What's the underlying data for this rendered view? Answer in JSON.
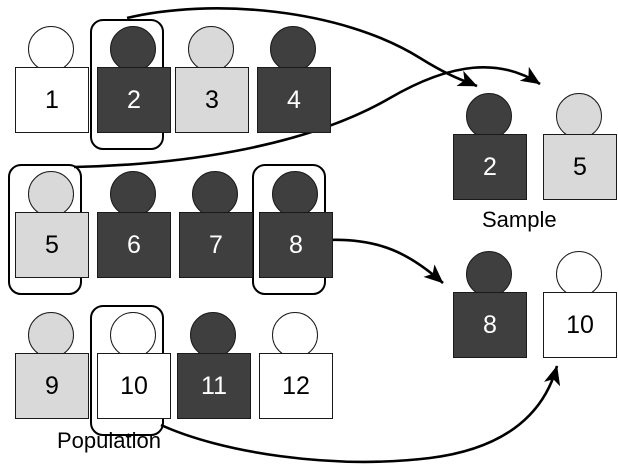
{
  "diagram": {
    "title_population": "Population",
    "title_sample": "Sample",
    "colors": {
      "dark": "#3f3f3f",
      "light": "#d9d9d9",
      "white": "#ffffff",
      "outline": "#1a1a1a",
      "highlight": "#000000",
      "arrow": "#000000"
    }
  },
  "population": {
    "label": "Population",
    "rows": [
      {
        "items": [
          {
            "value": "1",
            "shade": "white",
            "selected": false
          },
          {
            "value": "2",
            "shade": "dark",
            "selected": true
          },
          {
            "value": "3",
            "shade": "light",
            "selected": false
          },
          {
            "value": "4",
            "shade": "dark",
            "selected": false
          }
        ]
      },
      {
        "items": [
          {
            "value": "5",
            "shade": "light",
            "selected": true
          },
          {
            "value": "6",
            "shade": "dark",
            "selected": false
          },
          {
            "value": "7",
            "shade": "dark",
            "selected": false
          },
          {
            "value": "8",
            "shade": "dark",
            "selected": true
          }
        ]
      },
      {
        "items": [
          {
            "value": "9",
            "shade": "light",
            "selected": false
          },
          {
            "value": "10",
            "shade": "white",
            "selected": true
          },
          {
            "value": "11",
            "shade": "dark",
            "selected": false
          },
          {
            "value": "12",
            "shade": "white",
            "selected": false
          }
        ]
      }
    ]
  },
  "sample": {
    "label": "Sample",
    "rows": [
      {
        "items": [
          {
            "value": "2",
            "shade": "dark"
          },
          {
            "value": "5",
            "shade": "light"
          }
        ]
      },
      {
        "items": [
          {
            "value": "8",
            "shade": "dark"
          },
          {
            "value": "10",
            "shade": "white"
          }
        ]
      }
    ]
  },
  "arrows": [
    {
      "from": "population-item-2",
      "to": "sample-item-2"
    },
    {
      "from": "population-item-5",
      "to": "sample-item-5"
    },
    {
      "from": "population-item-8",
      "to": "sample-item-8"
    },
    {
      "from": "population-item-10",
      "to": "sample-item-10"
    }
  ]
}
